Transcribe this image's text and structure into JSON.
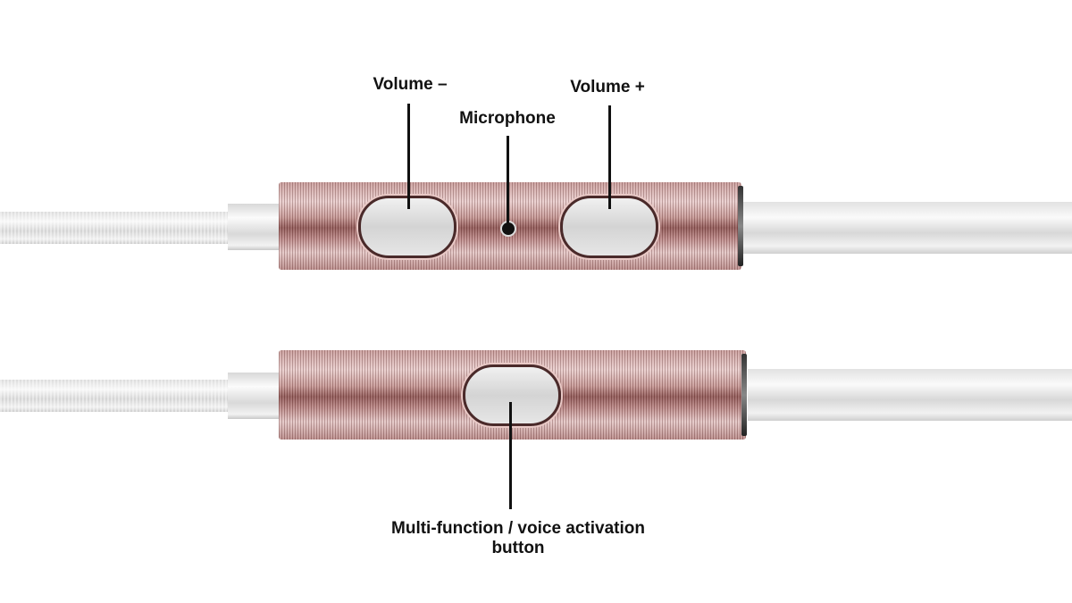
{
  "labels": {
    "volume_down": "Volume –",
    "microphone": "Microphone",
    "volume_up": "Volume +",
    "multifunction_line1": "Multi-function / voice activation",
    "multifunction_line2": "button"
  },
  "colors": {
    "body": "#c99c9a",
    "button": "#e0e0e0",
    "text": "#111111"
  }
}
